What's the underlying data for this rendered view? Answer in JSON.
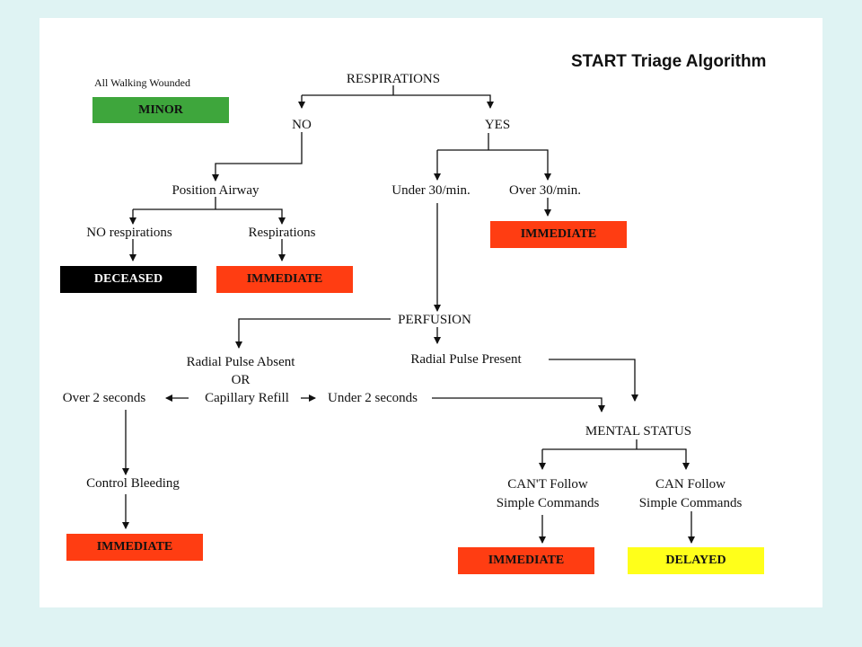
{
  "title": "START Triage Algorithm",
  "colors": {
    "minor": "#3ea63c",
    "immediate": "#ff3d12",
    "deceased": "#000000",
    "delayed": "#ffff1a",
    "page_background": "#dff3f3"
  },
  "labels": {
    "walking_wounded": "All Walking Wounded",
    "respirations": "RESPIRATIONS",
    "no": "NO",
    "yes": "YES",
    "position_airway": "Position Airway",
    "under_30": "Under 30/min.",
    "over_30": "Over 30/min.",
    "no_respirations": "NO respirations",
    "respirations_after_airway": "Respirations",
    "perfusion": "PERFUSION",
    "radial_absent": "Radial Pulse Absent",
    "or": "OR",
    "radial_present": "Radial Pulse Present",
    "capillary_refill": "Capillary Refill",
    "over_2_seconds": "Over 2 seconds",
    "under_2_seconds": "Under 2 seconds",
    "control_bleeding": "Control Bleeding",
    "mental_status": "MENTAL STATUS",
    "cant_follow_1": "CAN'T Follow",
    "cant_follow_2": "Simple Commands",
    "can_follow_1": "CAN Follow",
    "can_follow_2": "Simple Commands"
  },
  "outcomes": {
    "minor": "MINOR",
    "deceased": "DECEASED",
    "immediate_airway": "IMMEDIATE",
    "immediate_rate": "IMMEDIATE",
    "immediate_perfusion": "IMMEDIATE",
    "immediate_mental": "IMMEDIATE",
    "delayed": "DELAYED"
  }
}
